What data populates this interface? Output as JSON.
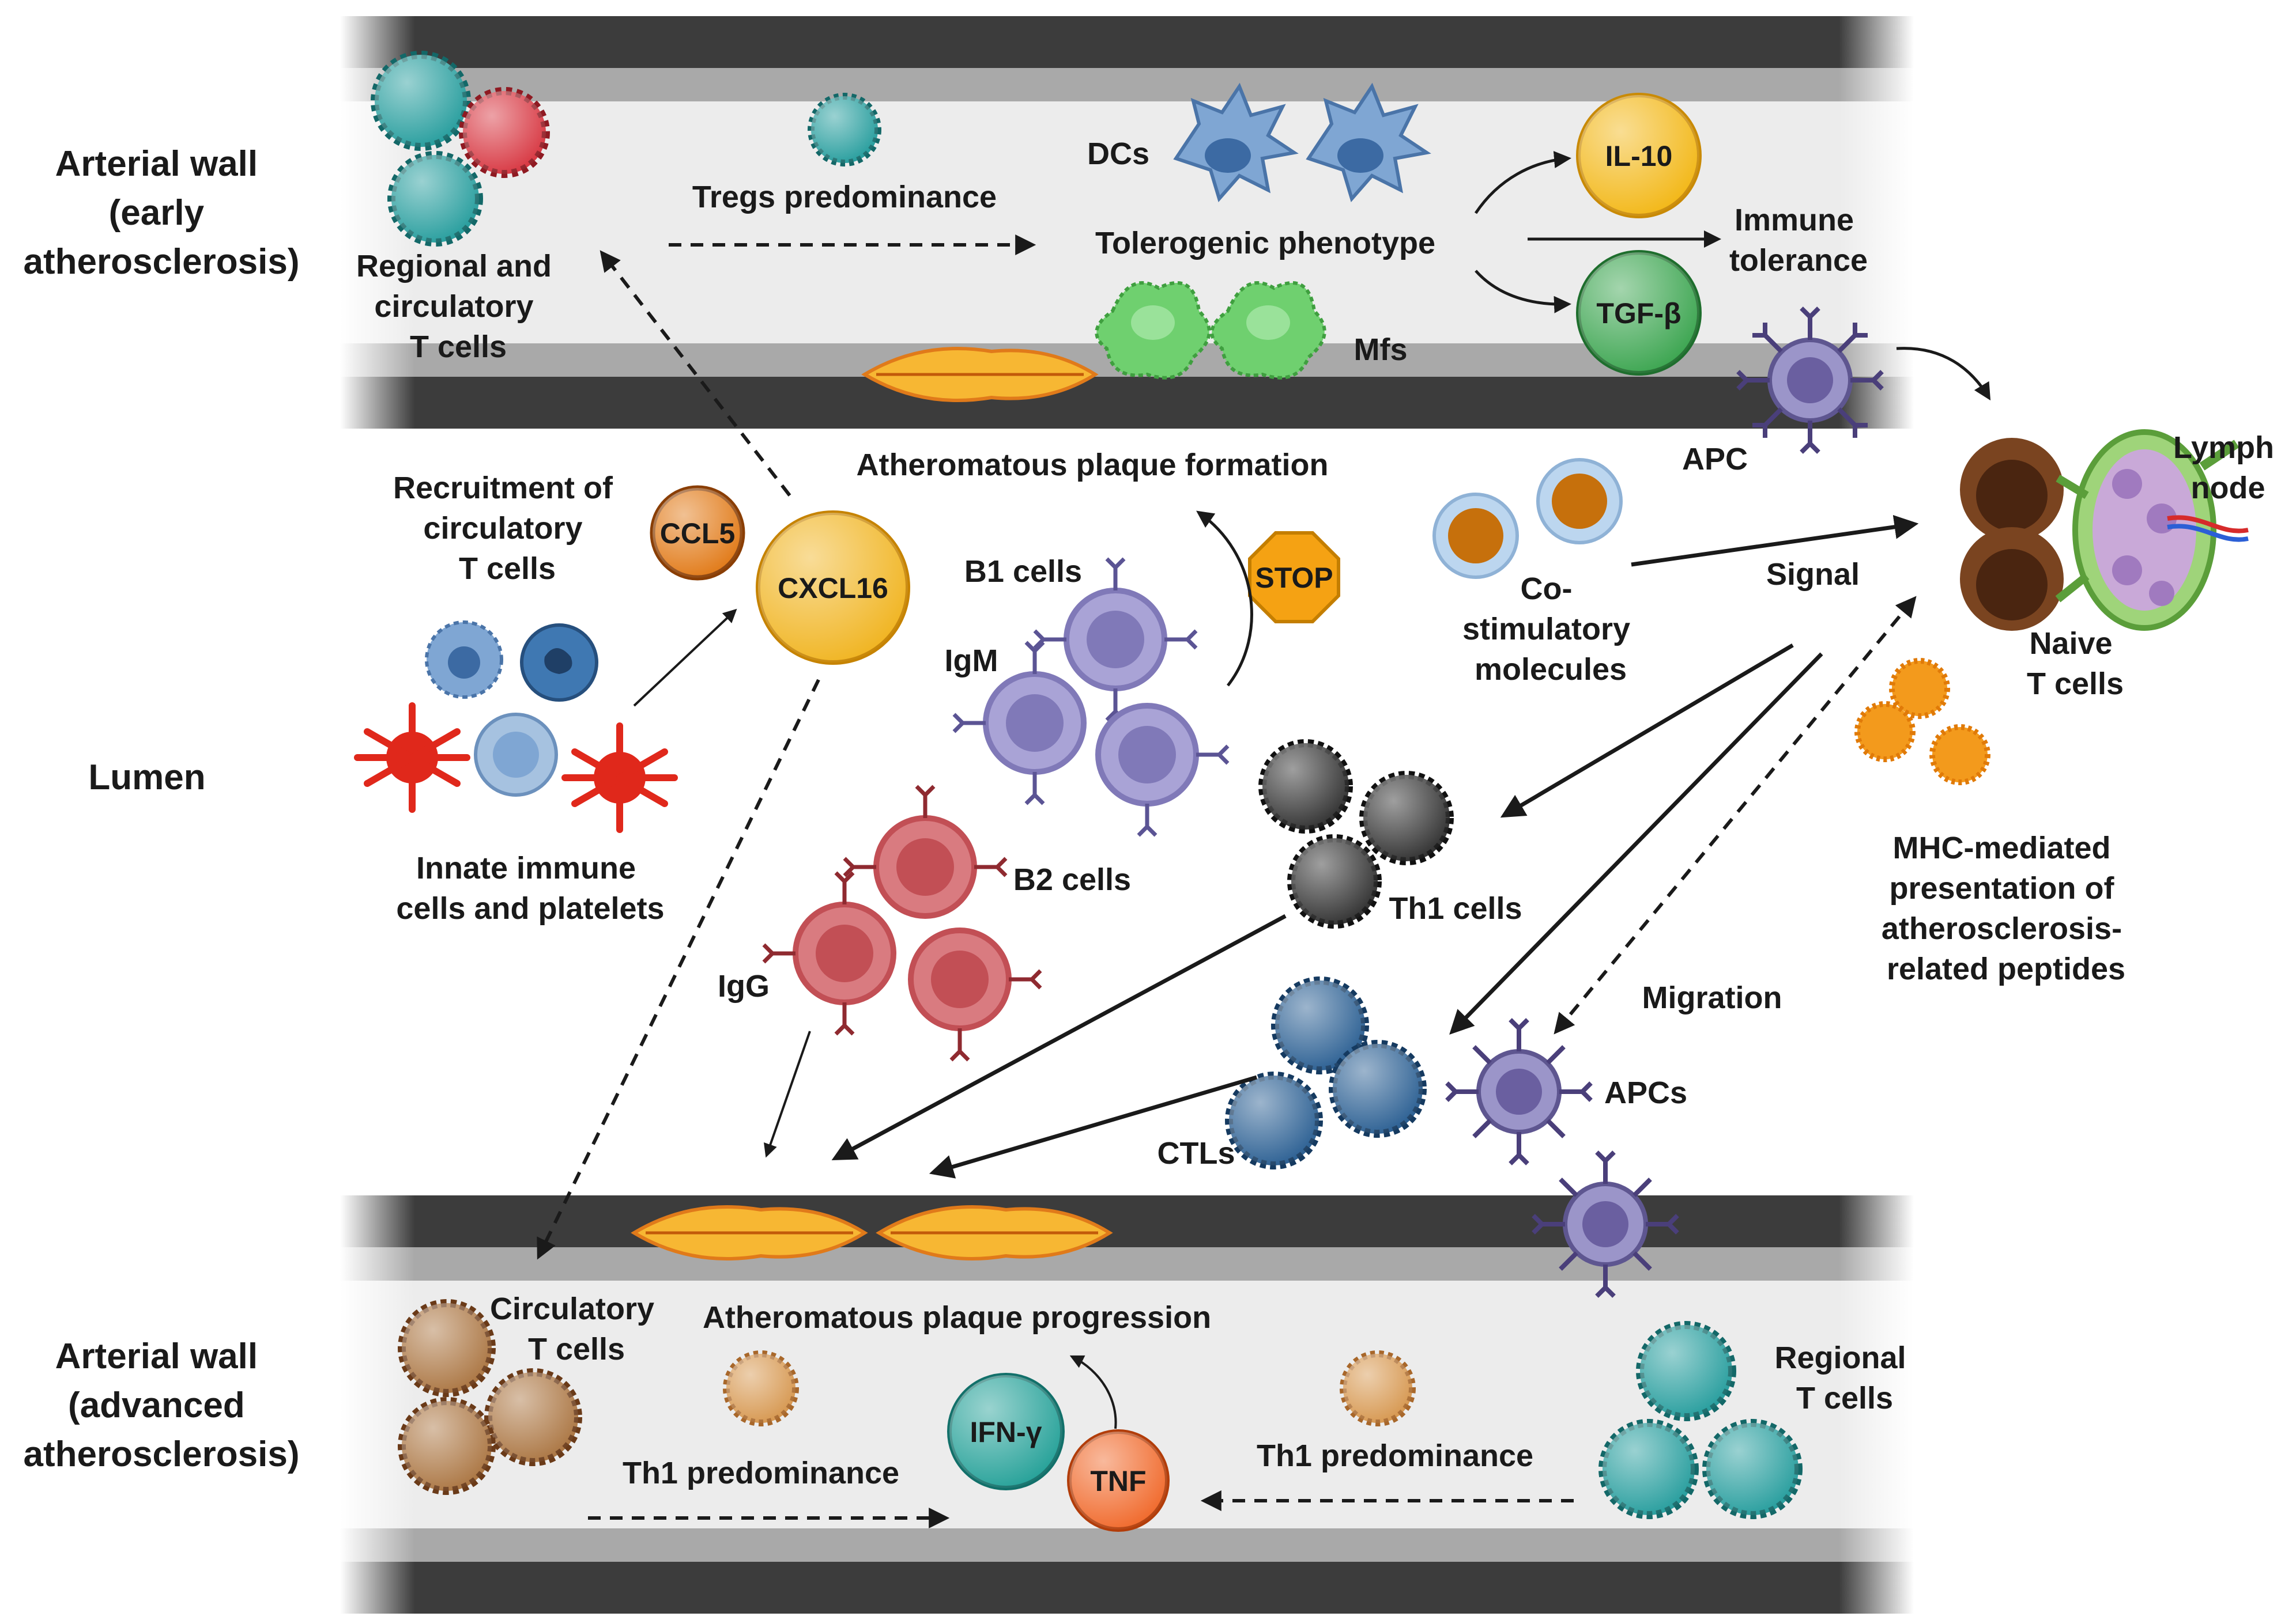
{
  "labels": {
    "wall_early": [
      "Arterial wall",
      "(early",
      "atherosclerosis)"
    ],
    "wall_advanced": [
      "Arterial wall",
      "(advanced",
      "atherosclerosis)"
    ],
    "lumen": "Lumen",
    "regional_circulatory": [
      "Regional and",
      "circulatory",
      "T cells"
    ],
    "tregs": "Tregs predominance",
    "dcs": "DCs",
    "tolerogenic": "Tolerogenic phenotype",
    "il10": "IL-10",
    "tgfb": "TGF-β",
    "immune_tolerance": [
      "Immune",
      "tolerance"
    ],
    "mfs": "Mfs",
    "apc": "APC",
    "lymph_node": [
      "Lymph",
      "node"
    ],
    "naive": [
      "Naive",
      "T cells"
    ],
    "recruitment": [
      "Recruitment of",
      "circulatory",
      "T cells"
    ],
    "ccl5": "CCL5",
    "cxcl16": "CXCL16",
    "plaque_formation": "Atheromatous plaque formation",
    "stop": "STOP",
    "b1": "B1 cells",
    "igm": "IgM",
    "costim": [
      "Co-",
      "stimulatory",
      "molecules"
    ],
    "signal": "Signal",
    "innate": [
      "Innate immune",
      "cells and platelets"
    ],
    "th1_cells": "Th1 cells",
    "b2": "B2 cells",
    "igg": "IgG",
    "mhc": [
      "MHC-mediated",
      "presentation of",
      "atherosclerosis-",
      "related peptides"
    ],
    "migration": "Migration",
    "apcs": "APCs",
    "ctls": "CTLs",
    "circ_t": [
      "Circulatory",
      "T cells"
    ],
    "plaque_progression": "Atheromatous plaque progression",
    "ifng": "IFN-γ",
    "tnf": "TNF",
    "th1_pred_left": "Th1 predominance",
    "th1_pred_right": "Th1 predominance",
    "regional_t": [
      "Regional",
      "T cells"
    ]
  },
  "colors": {
    "wall_dark": "#3c3c3c",
    "wall_mid": "#a9a9a9",
    "wall_light": "#ececec",
    "teal": "#1f9a9a",
    "red": "#d6303b",
    "green_mf": "#6fd06f",
    "blue_dc": "#7fa6d3",
    "il10": "#f2b50f",
    "tgfb": "#35a24a",
    "ccl5": "#e0750f",
    "cxcl16": "#f0b21a",
    "stop": "#f5a213",
    "lavender": "#9b95c9",
    "apc": "#7a6aa5",
    "black_cell": "#2a2a2a",
    "b2": "#c24f55",
    "ctl": "#245a8f",
    "brown": "#a8713c",
    "brown_dark": "#6a3a18",
    "tan": "#d5944a",
    "ifng": "#1e9e95",
    "tnf": "#f06424",
    "orange_peptide": "#f39a1c",
    "plaque": "#f7b733"
  }
}
